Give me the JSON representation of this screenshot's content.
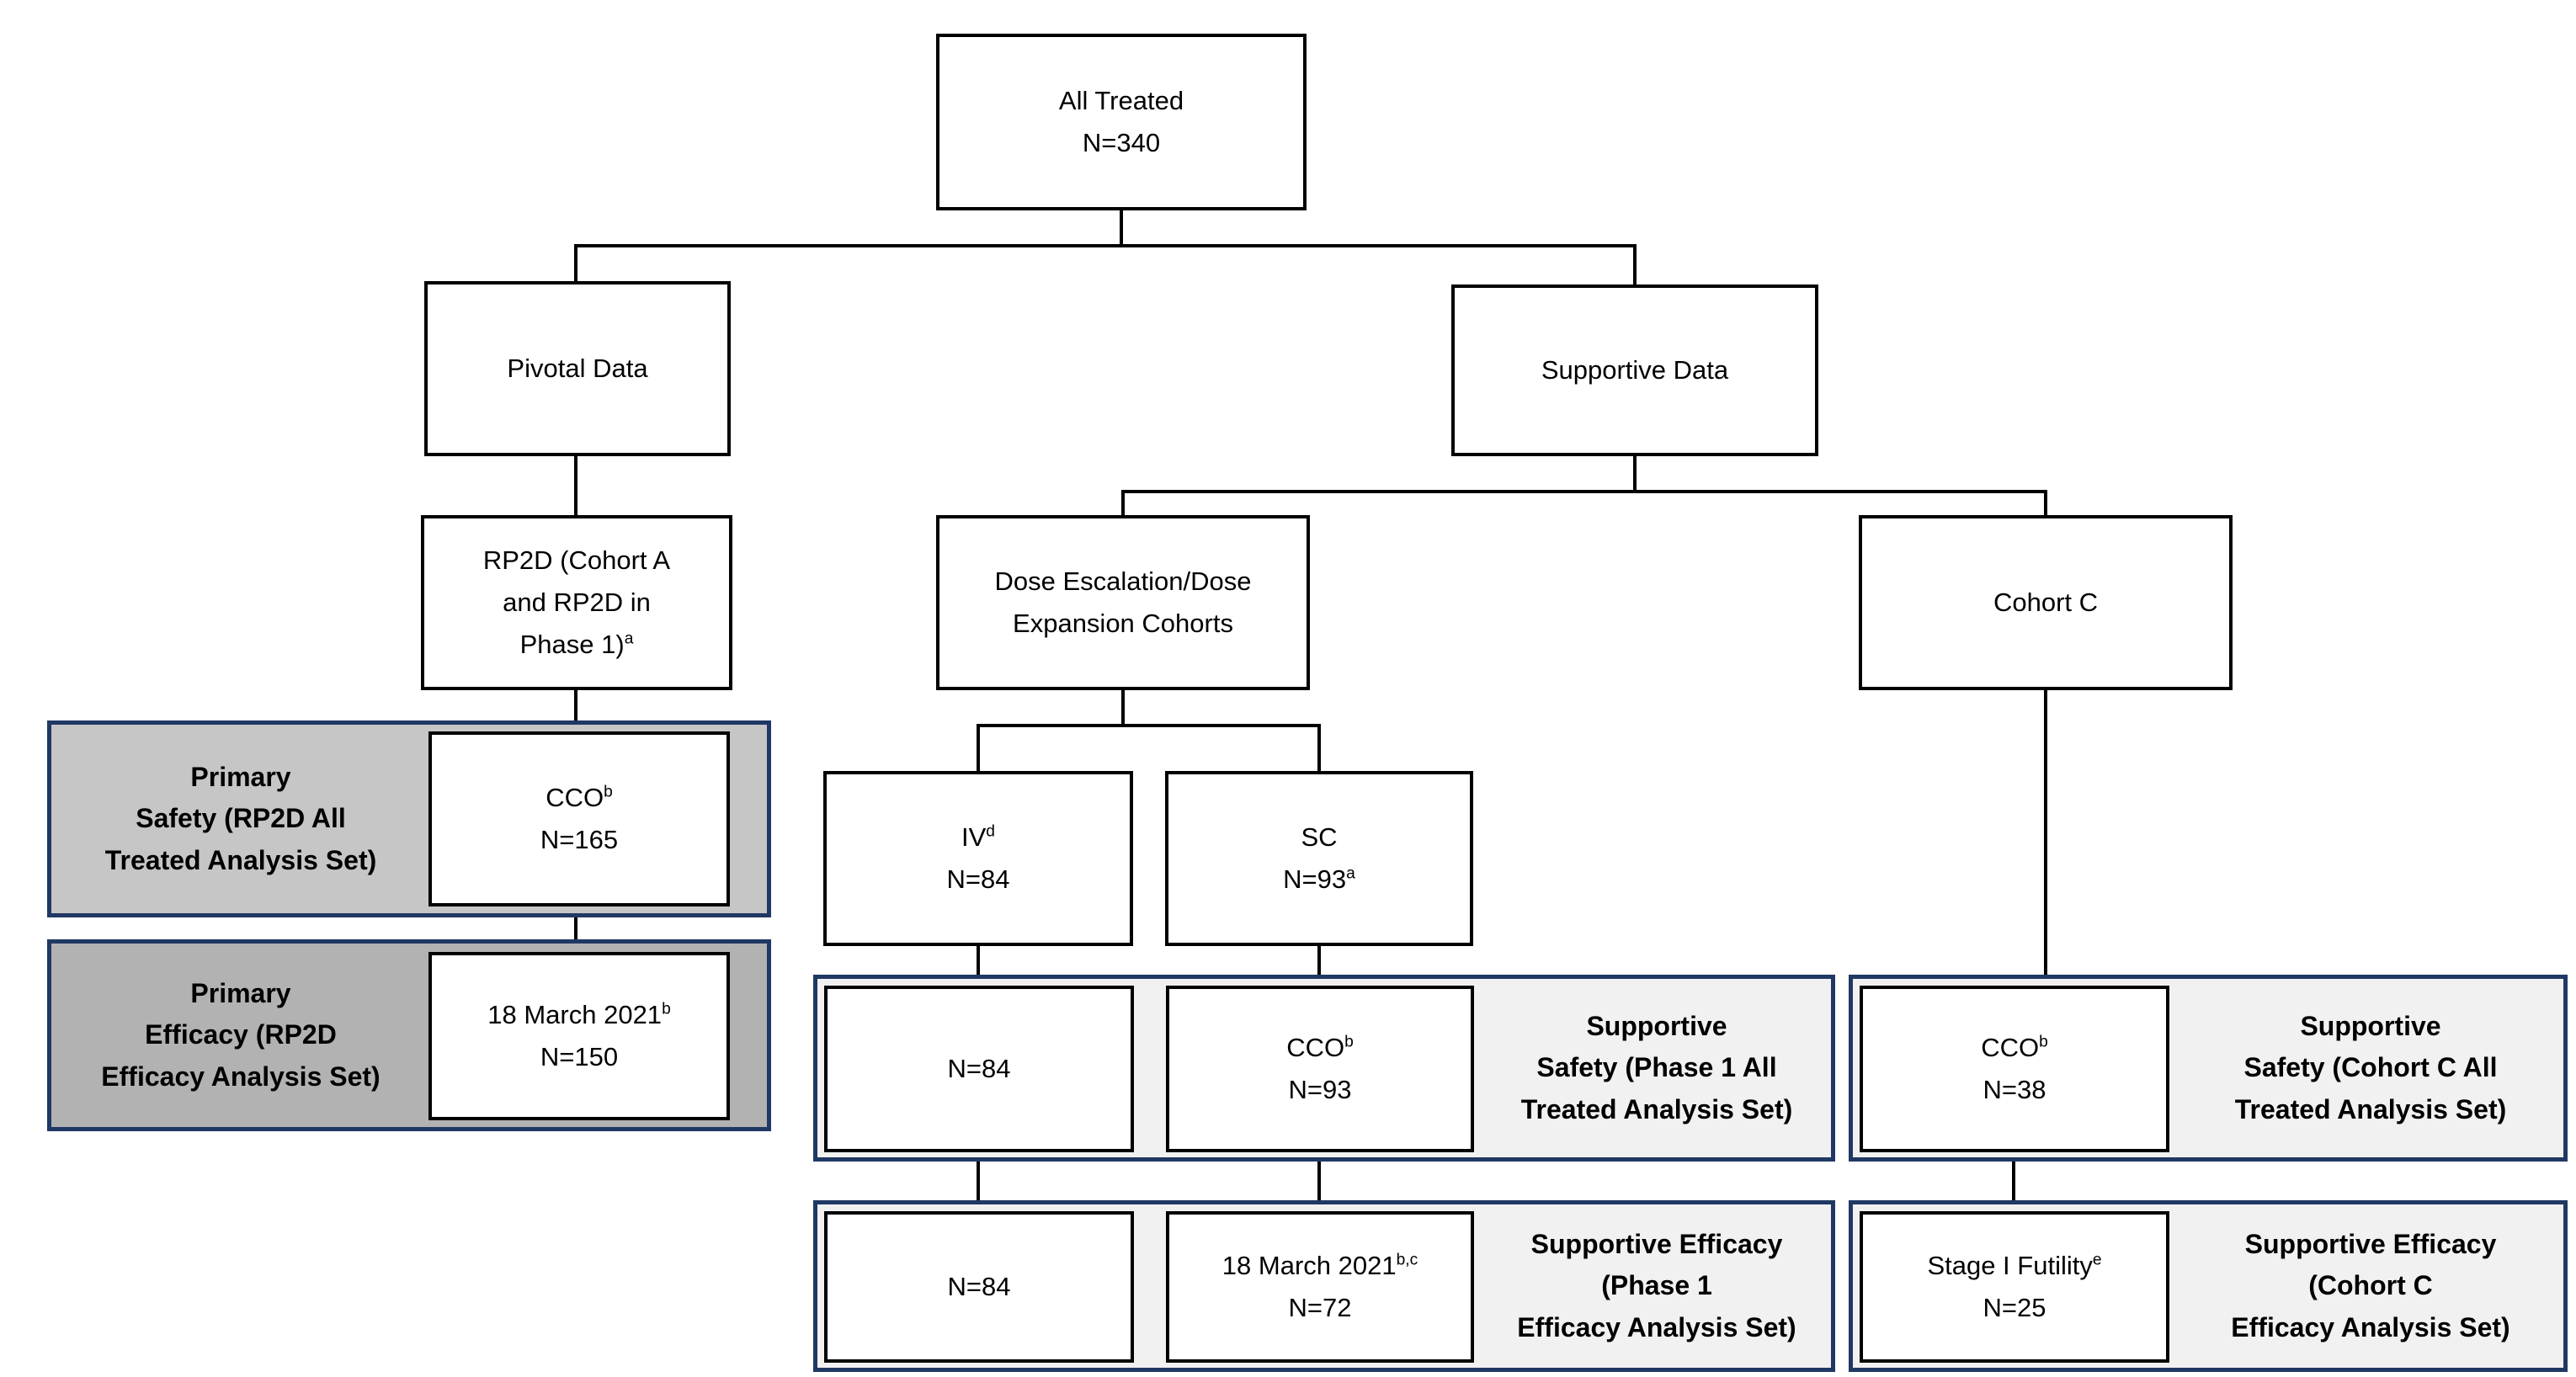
{
  "figure": "Analysis populations flow chart",
  "colors": {
    "navy": "#203864",
    "gray_med": "#c6c6c6",
    "gray_dark": "#b2b2b2",
    "gray_light": "#f1f1f1",
    "ink": "#000000",
    "paper": "#ffffff"
  },
  "nodes": {
    "all_treated": {
      "lines": [
        {
          "t": "All Treated"
        },
        {
          "t": "N=340"
        }
      ]
    },
    "pivotal": {
      "lines": [
        {
          "t": "Pivotal Data"
        }
      ]
    },
    "supportive": {
      "lines": [
        {
          "t": "Supportive Data"
        }
      ]
    },
    "rp2d": {
      "lines": [
        {
          "t": "RP2D (Cohort A"
        },
        {
          "t": "and RP2D in"
        },
        {
          "t": "Phase 1)",
          "s": "a"
        }
      ]
    },
    "dose_esc": {
      "lines": [
        {
          "t": "Dose Escalation/Dose"
        },
        {
          "t": "Expansion Cohorts"
        }
      ]
    },
    "cohort_c": {
      "lines": [
        {
          "t": "Cohort C"
        }
      ]
    },
    "cco_165": {
      "lines": [
        {
          "t": "CCO",
          "s": "b"
        },
        {
          "t": "N=165"
        }
      ]
    },
    "efficacy_150": {
      "lines": [
        {
          "t": "18 March 2021",
          "s": "b"
        },
        {
          "t": "N=150"
        }
      ]
    },
    "iv": {
      "lines": [
        {
          "t": "IV",
          "s": "d"
        },
        {
          "t": "N=84"
        }
      ]
    },
    "sc": {
      "lines": [
        {
          "t": "SC"
        },
        {
          "t": "N=93",
          "s": "a"
        }
      ]
    },
    "n84_safety": {
      "lines": [
        {
          "t": "N=84"
        }
      ]
    },
    "cco_93": {
      "lines": [
        {
          "t": "CCO",
          "s": "b"
        },
        {
          "t": "N=93"
        }
      ]
    },
    "n84_efficacy": {
      "lines": [
        {
          "t": "N=84"
        }
      ]
    },
    "efficacy_72": {
      "lines": [
        {
          "t": "18 March 2021",
          "s": "b,c"
        },
        {
          "t": "N=72"
        }
      ]
    },
    "cco_38": {
      "lines": [
        {
          "t": "CCO",
          "s": "b"
        },
        {
          "t": "N=38"
        }
      ]
    },
    "stage1": {
      "lines": [
        {
          "t": "Stage I Futility",
          "s": "e"
        },
        {
          "t": "N=25"
        }
      ]
    }
  },
  "labels": {
    "primary_safety": {
      "lines": [
        "Primary",
        "Safety (RP2D All",
        "Treated Analysis Set)"
      ]
    },
    "primary_efficacy": {
      "lines": [
        "Primary",
        "Efficacy (RP2D",
        "Efficacy Analysis Set)"
      ]
    },
    "supportive_safety_p1": {
      "lines": [
        "Supportive",
        "Safety (Phase 1 All",
        "Treated Analysis Set)"
      ]
    },
    "supportive_efficacy_p1": {
      "lines": [
        "Supportive Efficacy",
        "(Phase 1",
        "Efficacy Analysis Set)"
      ]
    },
    "supportive_safety_cc": {
      "lines": [
        "Supportive",
        "Safety (Cohort C All",
        "Treated Analysis Set)"
      ]
    },
    "supportive_efficacy_cc": {
      "lines": [
        "Supportive Efficacy",
        "(Cohort C",
        "Efficacy Analysis Set)"
      ]
    }
  }
}
